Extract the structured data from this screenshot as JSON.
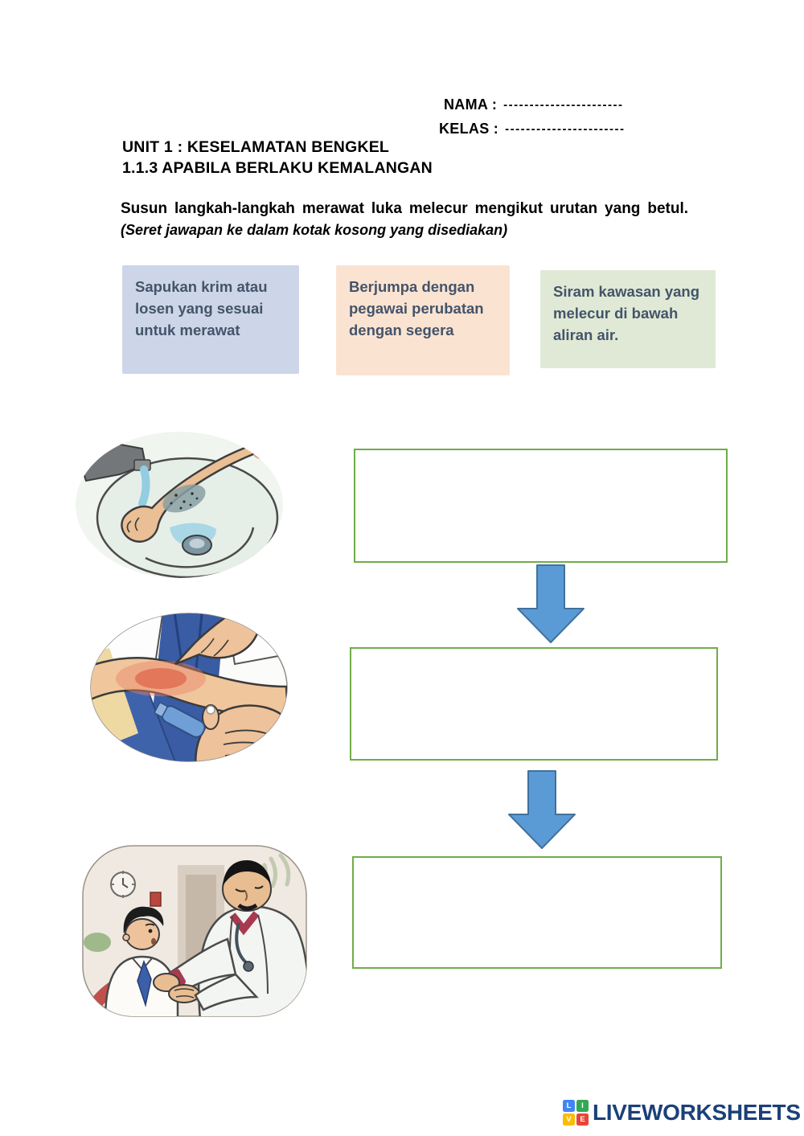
{
  "header": {
    "nama_label": "NAMA :",
    "kelas_label": "KELAS :",
    "nama_blank": "-----------------------",
    "kelas_blank": "-----------------------"
  },
  "title": {
    "line1": "UNIT 1 : KESELAMATAN BENGKEL",
    "line2": "1.1.3 APABILA BERLAKU KEMALANGAN"
  },
  "instructions": {
    "main": "Susun langkah-langkah merawat luka melecur mengikut urutan yang betul.",
    "hint": "(Seret jawapan ke dalam kotak kosong yang disediakan)"
  },
  "answer_cards": [
    {
      "text": "Sapukan krim atau losen yang sesuai untuk merawat",
      "bg": "#ccd6e8"
    },
    {
      "text": "Berjumpa dengan pegawai perubatan dengan segera",
      "bg": "#fbe3d2"
    },
    {
      "text": "Siram kawasan yang melecur di bawah aliran air.",
      "bg": "#dfe9d5"
    }
  ],
  "steps": [
    {
      "image": "rinse-burn-under-running-tap-water"
    },
    {
      "image": "apply-cream-from-tube-on-burnt-arm"
    },
    {
      "image": "doctor-examining-boy-hand"
    }
  ],
  "drop_zones": [
    {
      "id": "step-1",
      "value": ""
    },
    {
      "id": "step-2",
      "value": ""
    },
    {
      "id": "step-3",
      "value": ""
    }
  ],
  "colors": {
    "card_text": "#44546a",
    "drop_zone_border": "#70ad47",
    "arrow_fill": "#5b9bd5",
    "arrow_stroke": "#41719c",
    "brand_text": "#1b4079"
  },
  "footer": {
    "brand": "LIVEWORKSHEETS",
    "tiles": [
      {
        "letter": "L",
        "color": "#4285f4"
      },
      {
        "letter": "I",
        "color": "#34a853"
      },
      {
        "letter": "V",
        "color": "#fbbc05"
      },
      {
        "letter": "E",
        "color": "#ea4335"
      }
    ]
  }
}
